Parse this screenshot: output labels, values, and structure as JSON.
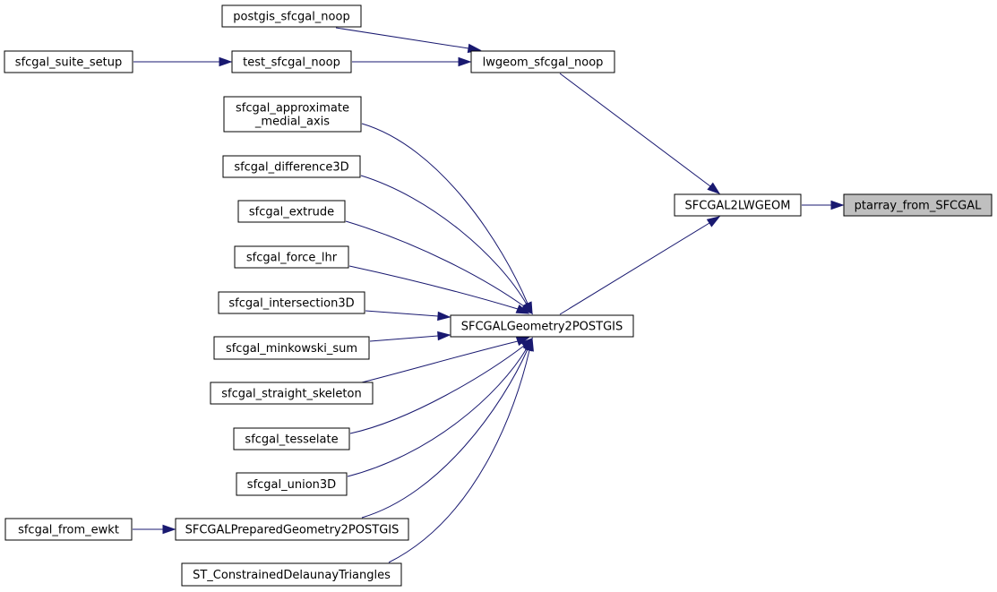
{
  "graph": {
    "nodes": {
      "ptarray_from_SFCGAL": {
        "lines": [
          "ptarray_from_SFCGAL"
        ],
        "current": true
      },
      "SFCGAL2LWGEOM": {
        "lines": [
          "SFCGAL2LWGEOM"
        ]
      },
      "lwgeom_sfcgal_noop": {
        "lines": [
          "lwgeom_sfcgal_noop"
        ]
      },
      "postgis_sfcgal_noop": {
        "lines": [
          "postgis_sfcgal_noop"
        ]
      },
      "test_sfcgal_noop": {
        "lines": [
          "test_sfcgal_noop"
        ]
      },
      "sfcgal_suite_setup": {
        "lines": [
          "sfcgal_suite_setup"
        ]
      },
      "SFCGALGeometry2POSTGIS": {
        "lines": [
          "SFCGALGeometry2POSTGIS"
        ]
      },
      "sfcgal_approximate_medial_axis": {
        "lines": [
          "sfcgal_approximate",
          "_medial_axis"
        ]
      },
      "sfcgal_difference3D": {
        "lines": [
          "sfcgal_difference3D"
        ]
      },
      "sfcgal_extrude": {
        "lines": [
          "sfcgal_extrude"
        ]
      },
      "sfcgal_force_lhr": {
        "lines": [
          "sfcgal_force_lhr"
        ]
      },
      "sfcgal_intersection3D": {
        "lines": [
          "sfcgal_intersection3D"
        ]
      },
      "sfcgal_minkowski_sum": {
        "lines": [
          "sfcgal_minkowski_sum"
        ]
      },
      "sfcgal_straight_skeleton": {
        "lines": [
          "sfcgal_straight_skeleton"
        ]
      },
      "sfcgal_tesselate": {
        "lines": [
          "sfcgal_tesselate"
        ]
      },
      "sfcgal_union3D": {
        "lines": [
          "sfcgal_union3D"
        ]
      },
      "SFCGALPreparedGeometry2POSTGIS": {
        "lines": [
          "SFCGALPreparedGeometry2POSTGIS"
        ]
      },
      "sfcgal_from_ewkt": {
        "lines": [
          "sfcgal_from_ewkt"
        ]
      },
      "ST_ConstrainedDelaunayTriangles": {
        "lines": [
          "ST_ConstrainedDelaunayTriangles"
        ]
      }
    },
    "edges": [
      {
        "from": "SFCGAL2LWGEOM",
        "to": "ptarray_from_SFCGAL"
      },
      {
        "from": "lwgeom_sfcgal_noop",
        "to": "SFCGAL2LWGEOM"
      },
      {
        "from": "SFCGALGeometry2POSTGIS",
        "to": "SFCGAL2LWGEOM"
      },
      {
        "from": "postgis_sfcgal_noop",
        "to": "lwgeom_sfcgal_noop"
      },
      {
        "from": "test_sfcgal_noop",
        "to": "lwgeom_sfcgal_noop"
      },
      {
        "from": "sfcgal_suite_setup",
        "to": "test_sfcgal_noop"
      },
      {
        "from": "sfcgal_approximate_medial_axis",
        "to": "SFCGALGeometry2POSTGIS"
      },
      {
        "from": "sfcgal_difference3D",
        "to": "SFCGALGeometry2POSTGIS"
      },
      {
        "from": "sfcgal_extrude",
        "to": "SFCGALGeometry2POSTGIS"
      },
      {
        "from": "sfcgal_force_lhr",
        "to": "SFCGALGeometry2POSTGIS"
      },
      {
        "from": "sfcgal_intersection3D",
        "to": "SFCGALGeometry2POSTGIS"
      },
      {
        "from": "sfcgal_minkowski_sum",
        "to": "SFCGALGeometry2POSTGIS"
      },
      {
        "from": "sfcgal_straight_skeleton",
        "to": "SFCGALGeometry2POSTGIS"
      },
      {
        "from": "sfcgal_tesselate",
        "to": "SFCGALGeometry2POSTGIS"
      },
      {
        "from": "sfcgal_union3D",
        "to": "SFCGALGeometry2POSTGIS"
      },
      {
        "from": "SFCGALPreparedGeometry2POSTGIS",
        "to": "SFCGALGeometry2POSTGIS"
      },
      {
        "from": "ST_ConstrainedDelaunayTriangles",
        "to": "SFCGALGeometry2POSTGIS"
      },
      {
        "from": "sfcgal_from_ewkt",
        "to": "SFCGALPreparedGeometry2POSTGIS"
      }
    ]
  },
  "colors": {
    "edge": "#191970",
    "node_border": "#000000",
    "current_fill": "#bfbfbf"
  }
}
